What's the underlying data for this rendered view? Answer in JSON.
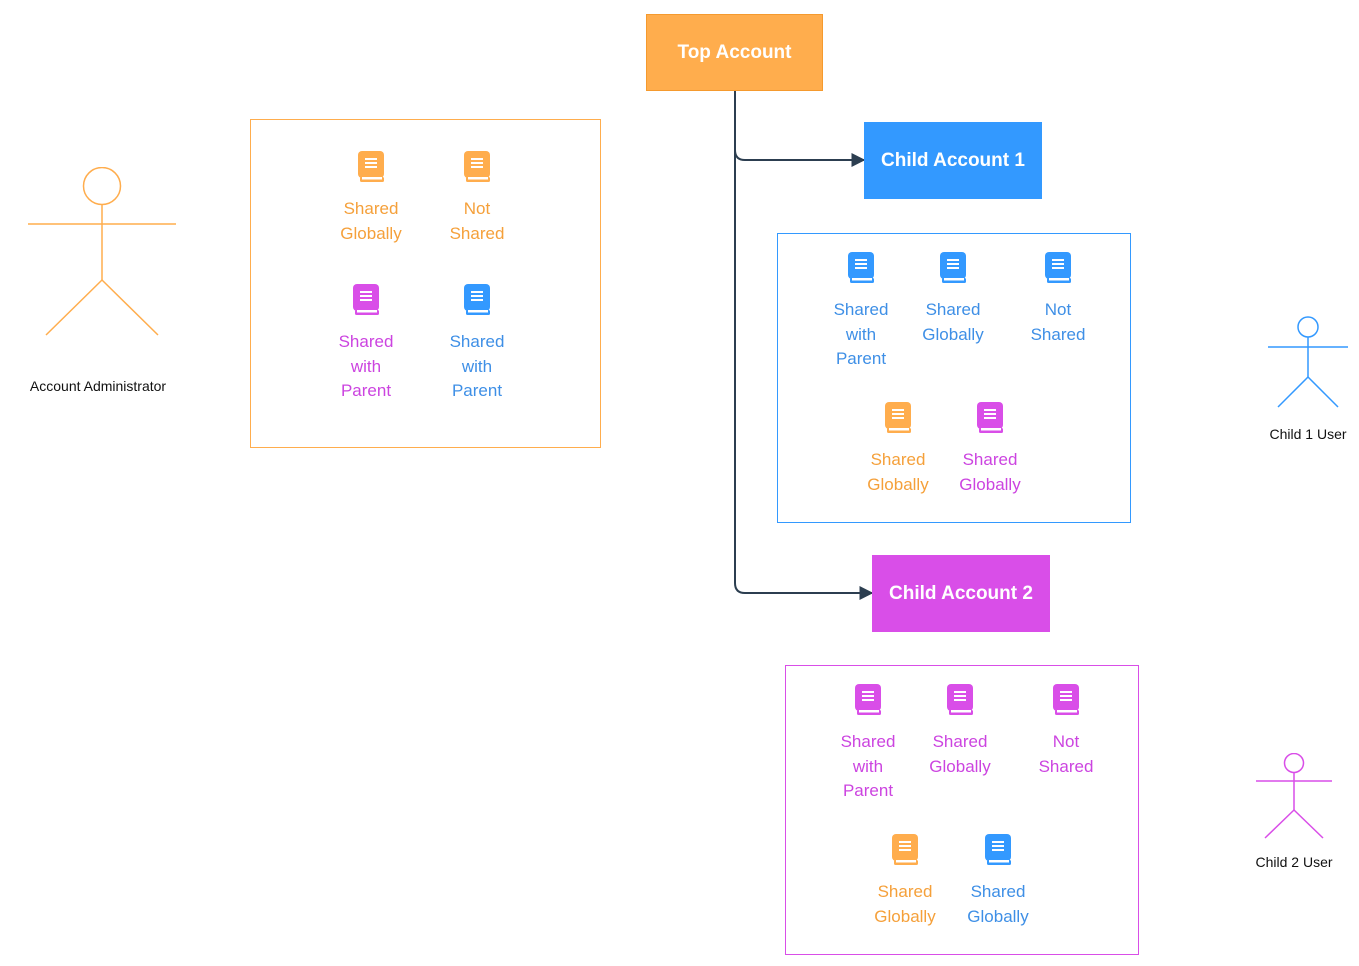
{
  "colors": {
    "orange": "#FFAD4D",
    "orange_text": "#F5A03A",
    "blue": "#3399FF",
    "blue_text": "#3E8FE6",
    "magenta": "#D94EE8",
    "magenta_text": "#CC44E0",
    "connector": "#2C3E50"
  },
  "accounts": {
    "top": {
      "label": "Top Account"
    },
    "child1": {
      "label": "Child Account 1"
    },
    "child2": {
      "label": "Child Account 2"
    }
  },
  "actors": {
    "admin": {
      "label": "Account Administrator"
    },
    "child1_user": {
      "label": "Child 1 User"
    },
    "child2_user": {
      "label": "Child 2 User"
    }
  },
  "groups": {
    "top": [
      {
        "label": "Shared\nGlobally",
        "color": "orange",
        "icon": "book-icon"
      },
      {
        "label": "Not\nShared",
        "color": "orange",
        "icon": "book-icon"
      },
      {
        "label": "Shared\nwith\nParent",
        "color": "magenta",
        "icon": "book-icon"
      },
      {
        "label": "Shared\nwith\nParent",
        "color": "blue",
        "icon": "book-icon"
      }
    ],
    "child1": [
      {
        "label": "Shared\nwith\nParent",
        "color": "blue",
        "icon": "book-icon"
      },
      {
        "label": "Shared\nGlobally",
        "color": "blue",
        "icon": "book-icon"
      },
      {
        "label": "Not\nShared",
        "color": "blue",
        "icon": "book-icon"
      },
      {
        "label": "Shared\nGlobally",
        "color": "orange",
        "icon": "book-icon"
      },
      {
        "label": "Shared\nGlobally",
        "color": "magenta",
        "icon": "book-icon"
      }
    ],
    "child2": [
      {
        "label": "Shared\nwith\nParent",
        "color": "magenta",
        "icon": "book-icon"
      },
      {
        "label": "Shared\nGlobally",
        "color": "magenta",
        "icon": "book-icon"
      },
      {
        "label": "Not\nShared",
        "color": "magenta",
        "icon": "book-icon"
      },
      {
        "label": "Shared\nGlobally",
        "color": "orange",
        "icon": "book-icon"
      },
      {
        "label": "Shared\nGlobally",
        "color": "blue",
        "icon": "book-icon"
      }
    ]
  }
}
